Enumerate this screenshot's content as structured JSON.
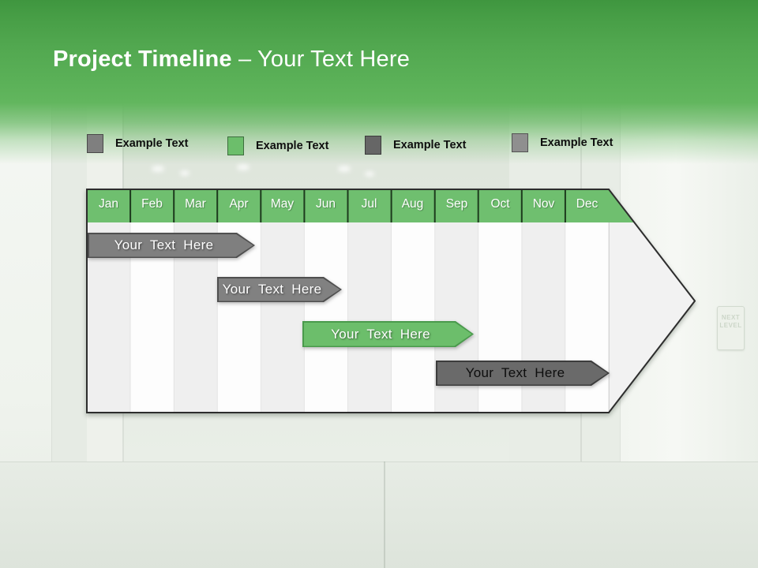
{
  "slide": {
    "title_bold": "Project Timeline",
    "title_light": "– Your Text Here"
  },
  "theme": {
    "band_green_top": "#479e46",
    "band_green_bottom": "#62b65e",
    "header_green": "#6fbf6f",
    "header_separator": "#1d3a1d",
    "column_gray": "#efefef",
    "column_white": "#fdfdfd",
    "arrow_outline": "#2d2d2d"
  },
  "legend": {
    "items": [
      {
        "label": "Example Text",
        "color": "#7f7f7f"
      },
      {
        "label": "Example Text",
        "color": "#6cbe6b"
      },
      {
        "label": "Example Text",
        "color": "#666666"
      },
      {
        "label": "Example Text",
        "color": "#8f8f8f"
      }
    ]
  },
  "timeline": {
    "months": [
      "Jan",
      "Feb",
      "Mar",
      "Apr",
      "May",
      "Jun",
      "Jul",
      "Aug",
      "Sep",
      "Oct",
      "Nov",
      "Dec"
    ],
    "bars": [
      {
        "label": "Your Text Here",
        "fill_color": "#7f7f7f",
        "border_color": "#4f4f4f",
        "text_color": "#ffffff",
        "start_month": "Jan",
        "end_month": "Apr"
      },
      {
        "label": "Your Text Here",
        "fill_color": "#818181",
        "border_color": "#4f4f4f",
        "text_color": "#ffffff",
        "start_month": "Apr",
        "end_month": "Jun"
      },
      {
        "label": "Your Text Here",
        "fill_color": "#6cbe6b",
        "border_color": "#4a9a4c",
        "text_color": "#ffffff",
        "start_month": "Jun",
        "end_month": "Oct"
      },
      {
        "label": "Your Text Here",
        "fill_color": "#6a6a6a",
        "border_color": "#3c3c3c",
        "text_color": "#0d0d0d",
        "start_month": "Sep",
        "end_month": "Dec"
      }
    ]
  },
  "background": {
    "sign_line1": "NEXT",
    "sign_line2": "LEVEL"
  }
}
